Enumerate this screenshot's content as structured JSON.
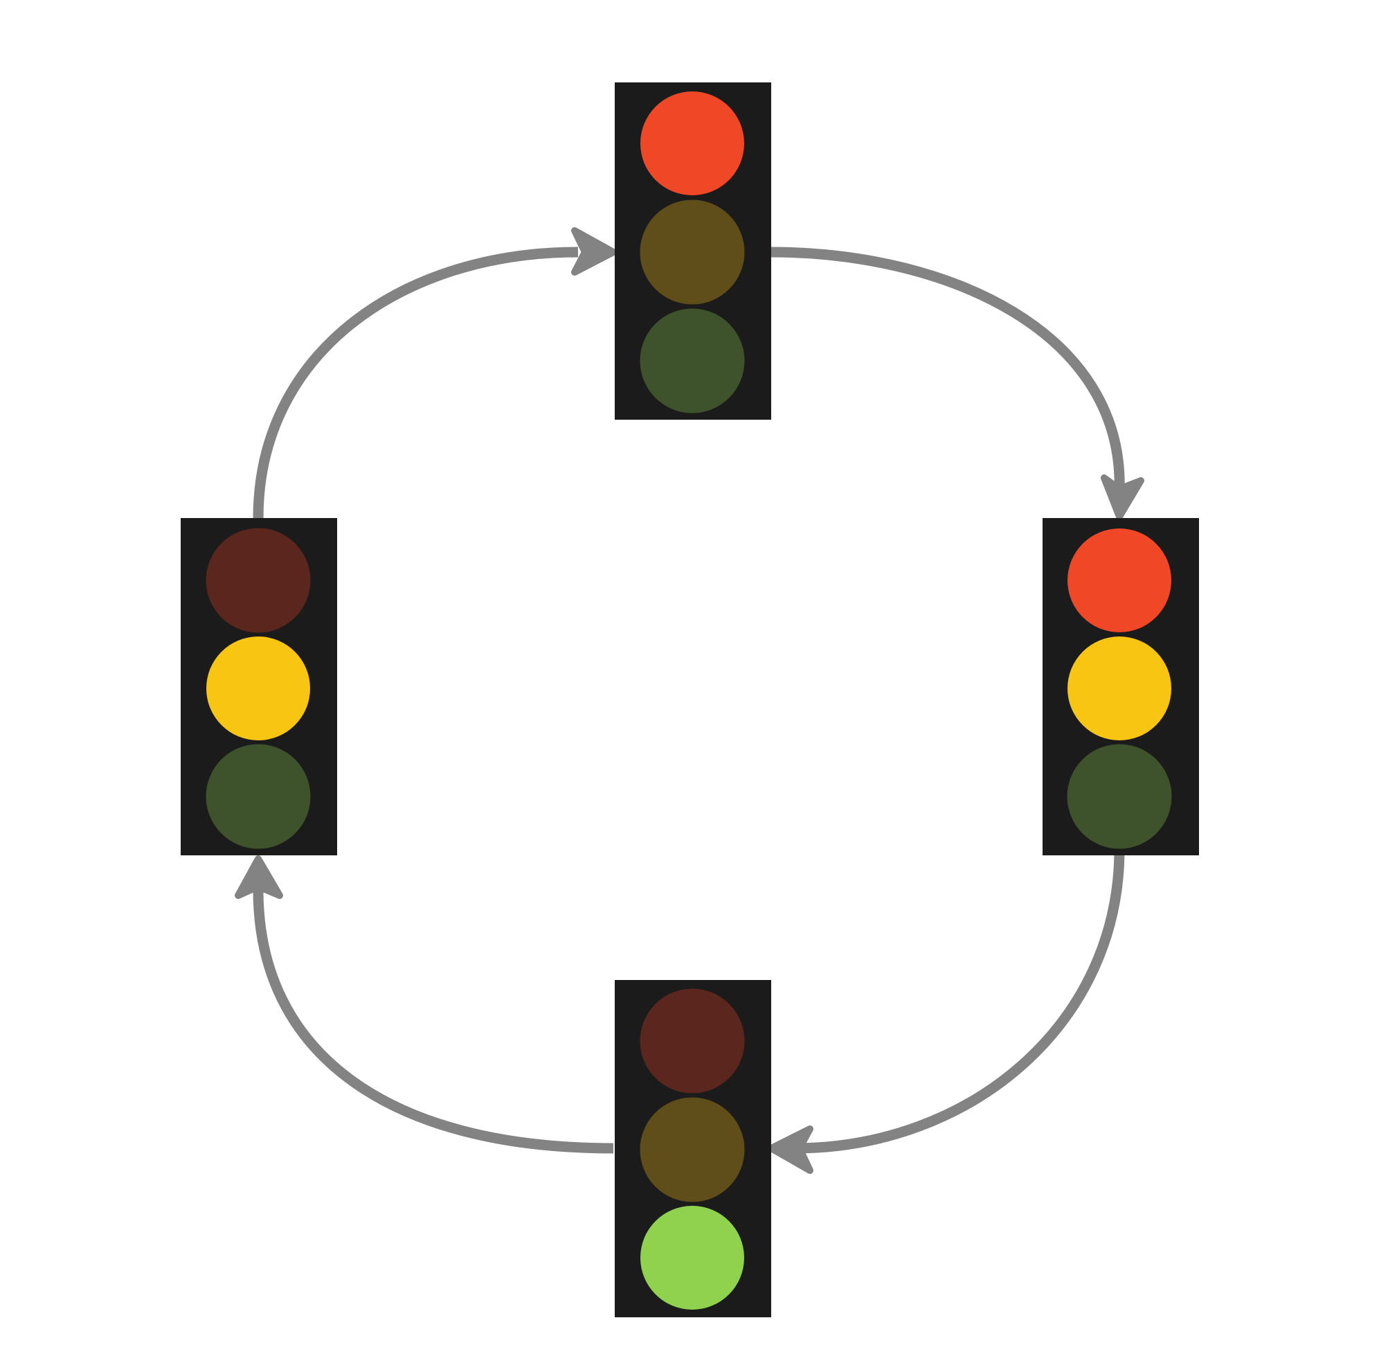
{
  "colors": {
    "background": "#ffffff",
    "housing": "#1b1b1b",
    "arrow": "#838383",
    "red_on": "#f04827",
    "red_off": "#5b261e",
    "amber_on": "#f8c512",
    "amber_off": "#5f4d1a",
    "green_on": "#90d14e",
    "green_off": "#3e522b"
  },
  "signals": [
    {
      "position": "top",
      "lit": [
        "red"
      ],
      "phase": "red"
    },
    {
      "position": "right",
      "lit": [
        "red",
        "amber"
      ],
      "phase": "red-amber"
    },
    {
      "position": "bottom",
      "lit": [
        "green"
      ],
      "phase": "green"
    },
    {
      "position": "left",
      "lit": [
        "amber"
      ],
      "phase": "amber"
    }
  ],
  "transitions": [
    {
      "from": "top",
      "to": "right"
    },
    {
      "from": "right",
      "to": "bottom"
    },
    {
      "from": "bottom",
      "to": "left"
    },
    {
      "from": "left",
      "to": "top"
    }
  ]
}
